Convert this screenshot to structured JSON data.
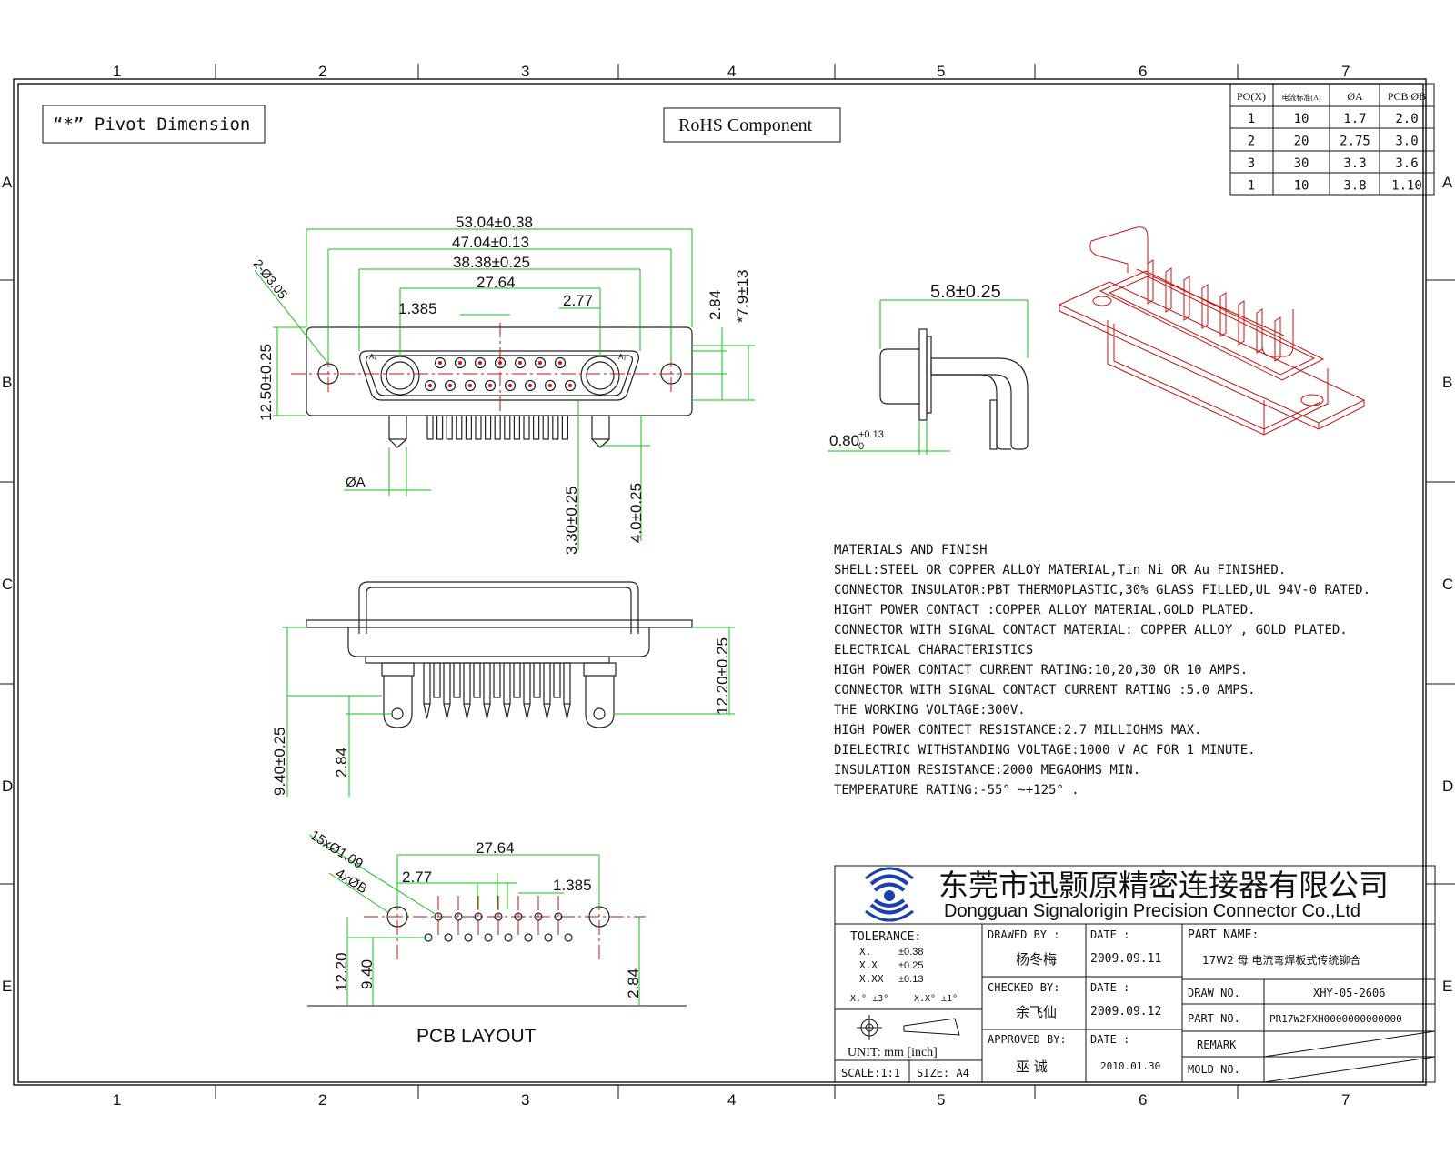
{
  "border": {
    "columns": [
      "1",
      "2",
      "3",
      "4",
      "5",
      "6",
      "7"
    ],
    "rows": [
      "A",
      "B",
      "C",
      "D",
      "E"
    ]
  },
  "labels": {
    "pivot_note": "“*” Pivot Dimension",
    "rohs": "RoHS  Component"
  },
  "current_table": {
    "headers": [
      "PO(X)",
      "电流标准(A)",
      "ØA",
      "PCB ØB"
    ],
    "rows": [
      [
        "1",
        "10",
        "1.7",
        "2.0"
      ],
      [
        "2",
        "20",
        "2.75",
        "3.0"
      ],
      [
        "3",
        "30",
        "3.3",
        "3.6"
      ],
      [
        "1",
        "10",
        "3.8",
        "1.10"
      ]
    ]
  },
  "front_view": {
    "dims": {
      "overall": "53.04±0.38",
      "hole_pitch": "47.04±0.13",
      "shell": "38.38±0.25",
      "contact_span": "27.64",
      "pitch_a": "1.385",
      "pitch_b": "2.77",
      "mount_hole": "2-Ø3.05",
      "height": "12.50±0.25",
      "height_284": "2.84",
      "height_79": "*7.9±13",
      "dia_a": "ØA",
      "tail_330": "3.30±0.25",
      "tail_40": "4.0±0.25"
    },
    "pin_marks": {
      "a1": "A₁",
      "a2": "A₂"
    }
  },
  "side_view": {
    "dims": {
      "width": "5.8±0.25",
      "flange": "0.80",
      "flange_tol_plus": "+0.13",
      "flange_tol_minus": "0"
    }
  },
  "bottom_view": {
    "dims": {
      "height_940": "9.40±0.25",
      "height_284": "2.84",
      "height_1220": "12.20±0.25"
    }
  },
  "pcb_layout": {
    "title": "PCB  LAYOUT",
    "dims": {
      "span": "27.64",
      "pitch_b": "2.77",
      "pitch_a": "1.385",
      "holes_small": "15xØ1.09",
      "holes_big": "4xØB",
      "h_1220": "12.20",
      "h_940": "9.40",
      "h_284": "2.84"
    }
  },
  "notes": [
    "MATERIALS AND  FINISH",
    "SHELL:STEEL OR COPPER ALLOY MATERIAL,Tin Ni OR Au FINISHED.",
    "CONNECTOR INSULATOR:PBT THERMOPLASTIC,30% GLASS FILLED,UL 94V-0 RATED.",
    "HIGHT POWER CONTACT :COPPER ALLOY MATERIAL,GOLD PLATED.",
    "CONNECTOR WITH SIGNAL CONTACT MATERIAL: COPPER ALLOY , GOLD PLATED.",
    "ELECTRICAL CHARACTERISTICS",
    "HIGH POWER CONTACT CURRENT RATING:10,20,30 OR 10 AMPS.",
    "CONNECTOR WITH SIGNAL CONTACT CURRENT RATING :5.0 AMPS.",
    "THE WORKING VOLTAGE:300V.",
    "HIGH POWER CONTECT RESISTANCE:2.7 MILLIOHMS MAX.",
    "DIELECTRIC WITHSTANDING VOLTAGE:1000 V AC FOR 1 MINUTE.",
    "INSULATION RESISTANCE:2000 MEGAOHMS MIN.",
    "TEMPERATURE RATING:-55° ~+125° ."
  ],
  "title_block": {
    "company_cn": "东莞市迅颢原精密连接器有限公司",
    "company_en": "Dongguan Signalorigin Precision Connector Co.,Ltd",
    "tolerance_title": "TOLERANCE:",
    "tol_x": "X.",
    "tol_x_val": "±0.38",
    "tol_xx": "X.X",
    "tol_xx_val": "±0.25",
    "tol_xxx": "X.XX",
    "tol_xxx_val": "±0.13",
    "tol_ang1": "X.° ±3°",
    "tol_ang2": "X.X° ±1°",
    "unit": "UNIT: mm  [inch]",
    "scale": "SCALE:1:1",
    "size": "SIZE: A4",
    "drawn_by_label": "DRAWED BY :",
    "drawn_by": "杨冬梅",
    "checked_by_label": "CHECKED BY:",
    "checked_by": "余飞仙",
    "approved_by_label": "APPROVED BY:",
    "approved_by": "巫  诚",
    "date_label": "DATE :",
    "date1": "2009.09.11",
    "date2": "2009.09.12",
    "date3": "2010.01.30",
    "part_name_label": "PART NAME:",
    "part_name": "17W2 母 电流弯焊板式传统铆合",
    "draw_no_label": "DRAW  NO.",
    "draw_no": "XHY-05-2606",
    "part_no_label": "PART  NO.",
    "part_no": "PR17W2FXH0000000000000",
    "remark_label": "REMARK",
    "mold_no_label": "MOLD  NO."
  }
}
